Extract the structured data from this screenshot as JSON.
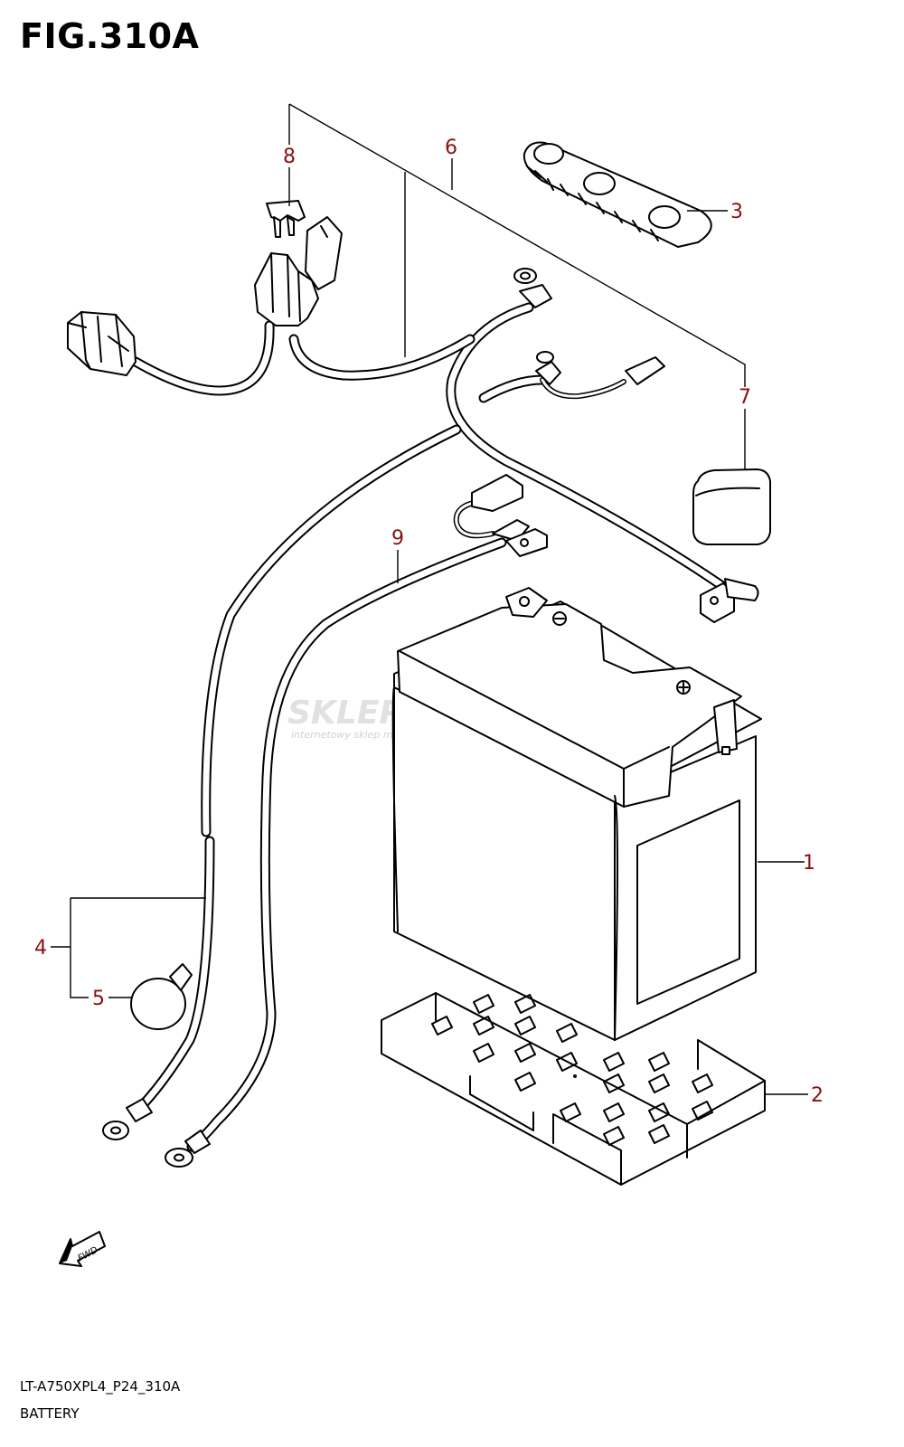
{
  "figure": {
    "title": "FIG.310A",
    "model_code": "LT-A750XPL4_P24_310A",
    "caption": "BATTERY",
    "fwd_label": "FWD"
  },
  "watermark": {
    "brand": "SKLEPMOTO46.PL",
    "tagline": "internetowy sklep motocyklowy"
  },
  "callouts": [
    "1",
    "2",
    "3",
    "4",
    "5",
    "6",
    "7",
    "8",
    "9"
  ],
  "colors": {
    "callout": "#8b1010",
    "line": "#000000",
    "watermark": "#c9c9c9"
  }
}
